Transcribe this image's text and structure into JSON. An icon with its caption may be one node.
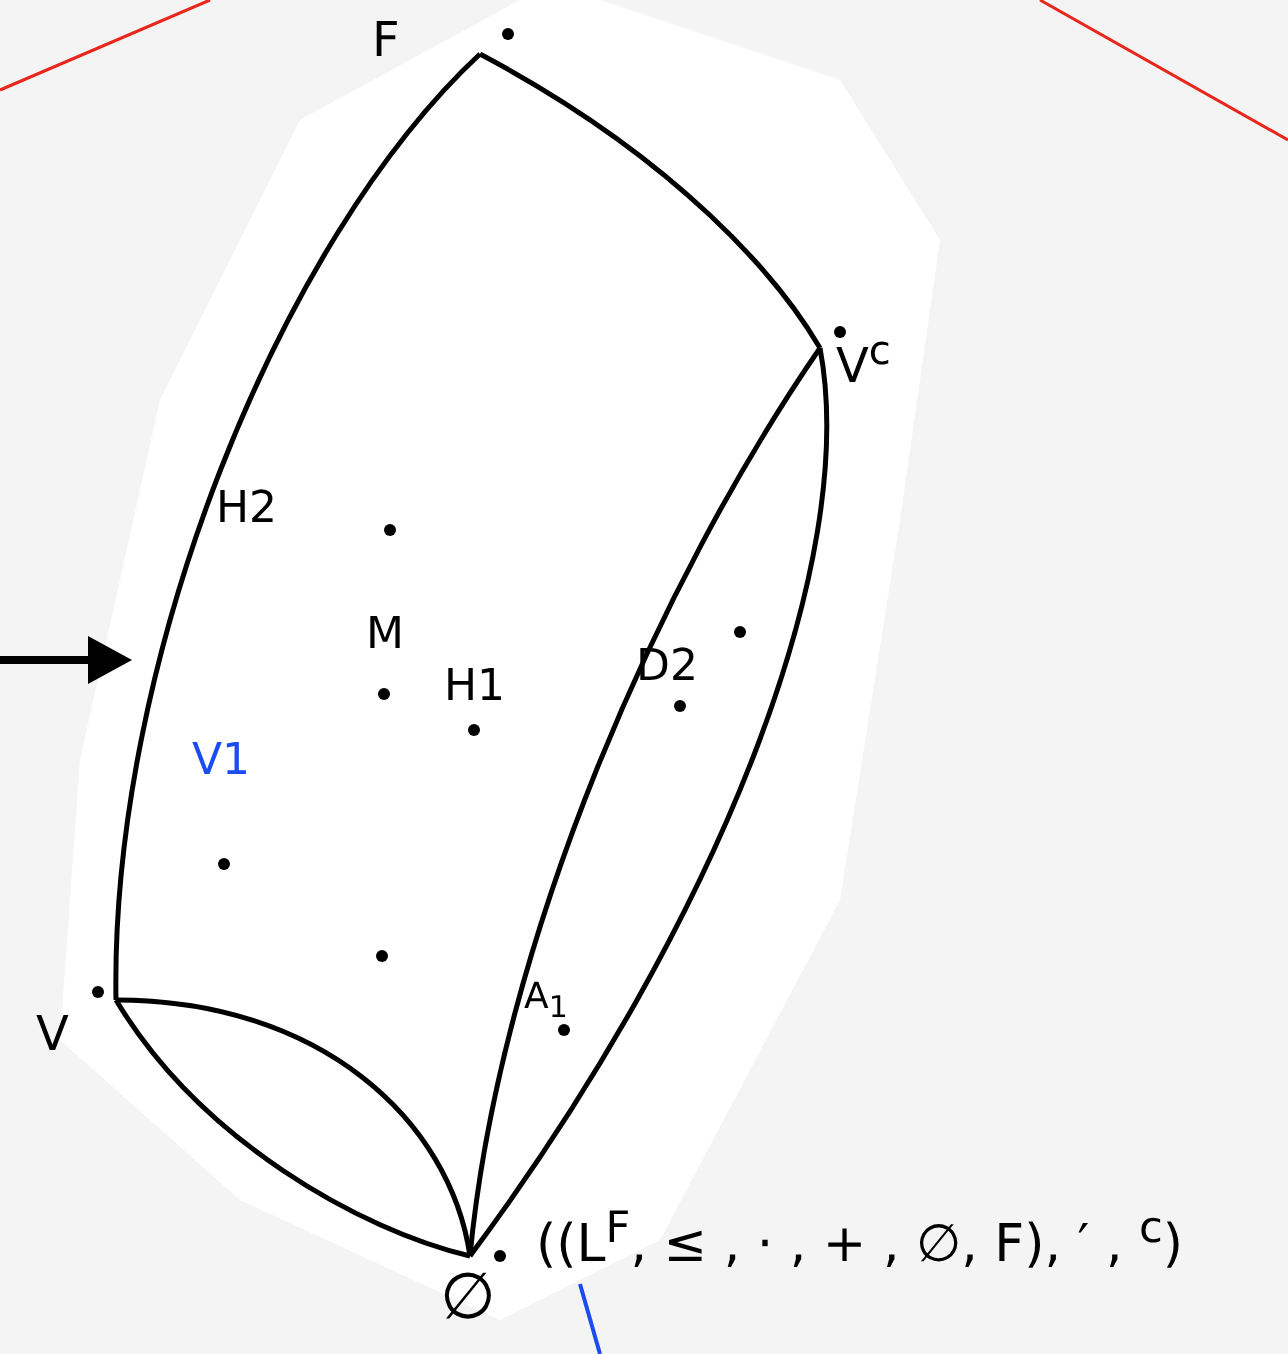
{
  "diagram": {
    "nodes": [
      {
        "text": [
          "F"
        ]
      },
      {
        "text": [
          "V$^{c}$"
        ]
      },
      {
        "text": [
          "V"
        ]
      },
      {
        "text": [
          "∅"
        ]
      }
    ],
    "edges": [
      {
        "from": 0,
        "to": 1,
        "arrow": "none"
      },
      {
        "from": 0,
        "to": 2,
        "arrow": "none"
      },
      {
        "from": 1,
        "to": 3,
        "arrow": "none"
      },
      {
        "from": 1,
        "to": 3,
        "arrow": "none"
      },
      {
        "from": 2,
        "to": 3,
        "arrow": "none"
      },
      {
        "from": 2,
        "to": 3,
        "arrow": "none"
      }
    ],
    "labels": [
      "H2",
      "M",
      "H1",
      "D2",
      "V1",
      "A$_{1}$",
      "((L$^{F}$, ≤ , · , + , ∅, F), ′ , $^{c}$)"
    ]
  }
}
